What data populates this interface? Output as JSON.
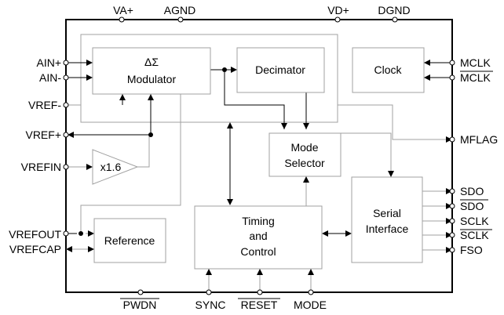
{
  "chip": {
    "top_pins": [
      "VA+",
      "AGND",
      "VD+",
      "DGND"
    ],
    "left_pins": [
      "AIN+",
      "AIN-",
      "VREF-",
      "VREF+",
      "VREFIN",
      "VREFOUT",
      "VREFCAP"
    ],
    "right_pins": [
      "MCLK",
      "MCLK",
      "MFLAG",
      "SDO",
      "SDO",
      "SCLK",
      "SCLK",
      "FSO"
    ],
    "bottom_pins": [
      "PWDN",
      "SYNC",
      "RESET",
      "MODE"
    ]
  },
  "blocks": {
    "modulator_line1": "ΔΣ",
    "modulator_line2": "Modulator",
    "decimator": "Decimator",
    "clock": "Clock",
    "mode_selector_line1": "Mode",
    "mode_selector_line2": "Selector",
    "buffer": "x1.6",
    "serial_line1": "Serial",
    "serial_line2": "Interface",
    "timing_line1": "Timing",
    "timing_line2": "and",
    "timing_line3": "Control",
    "reference": "Reference"
  }
}
